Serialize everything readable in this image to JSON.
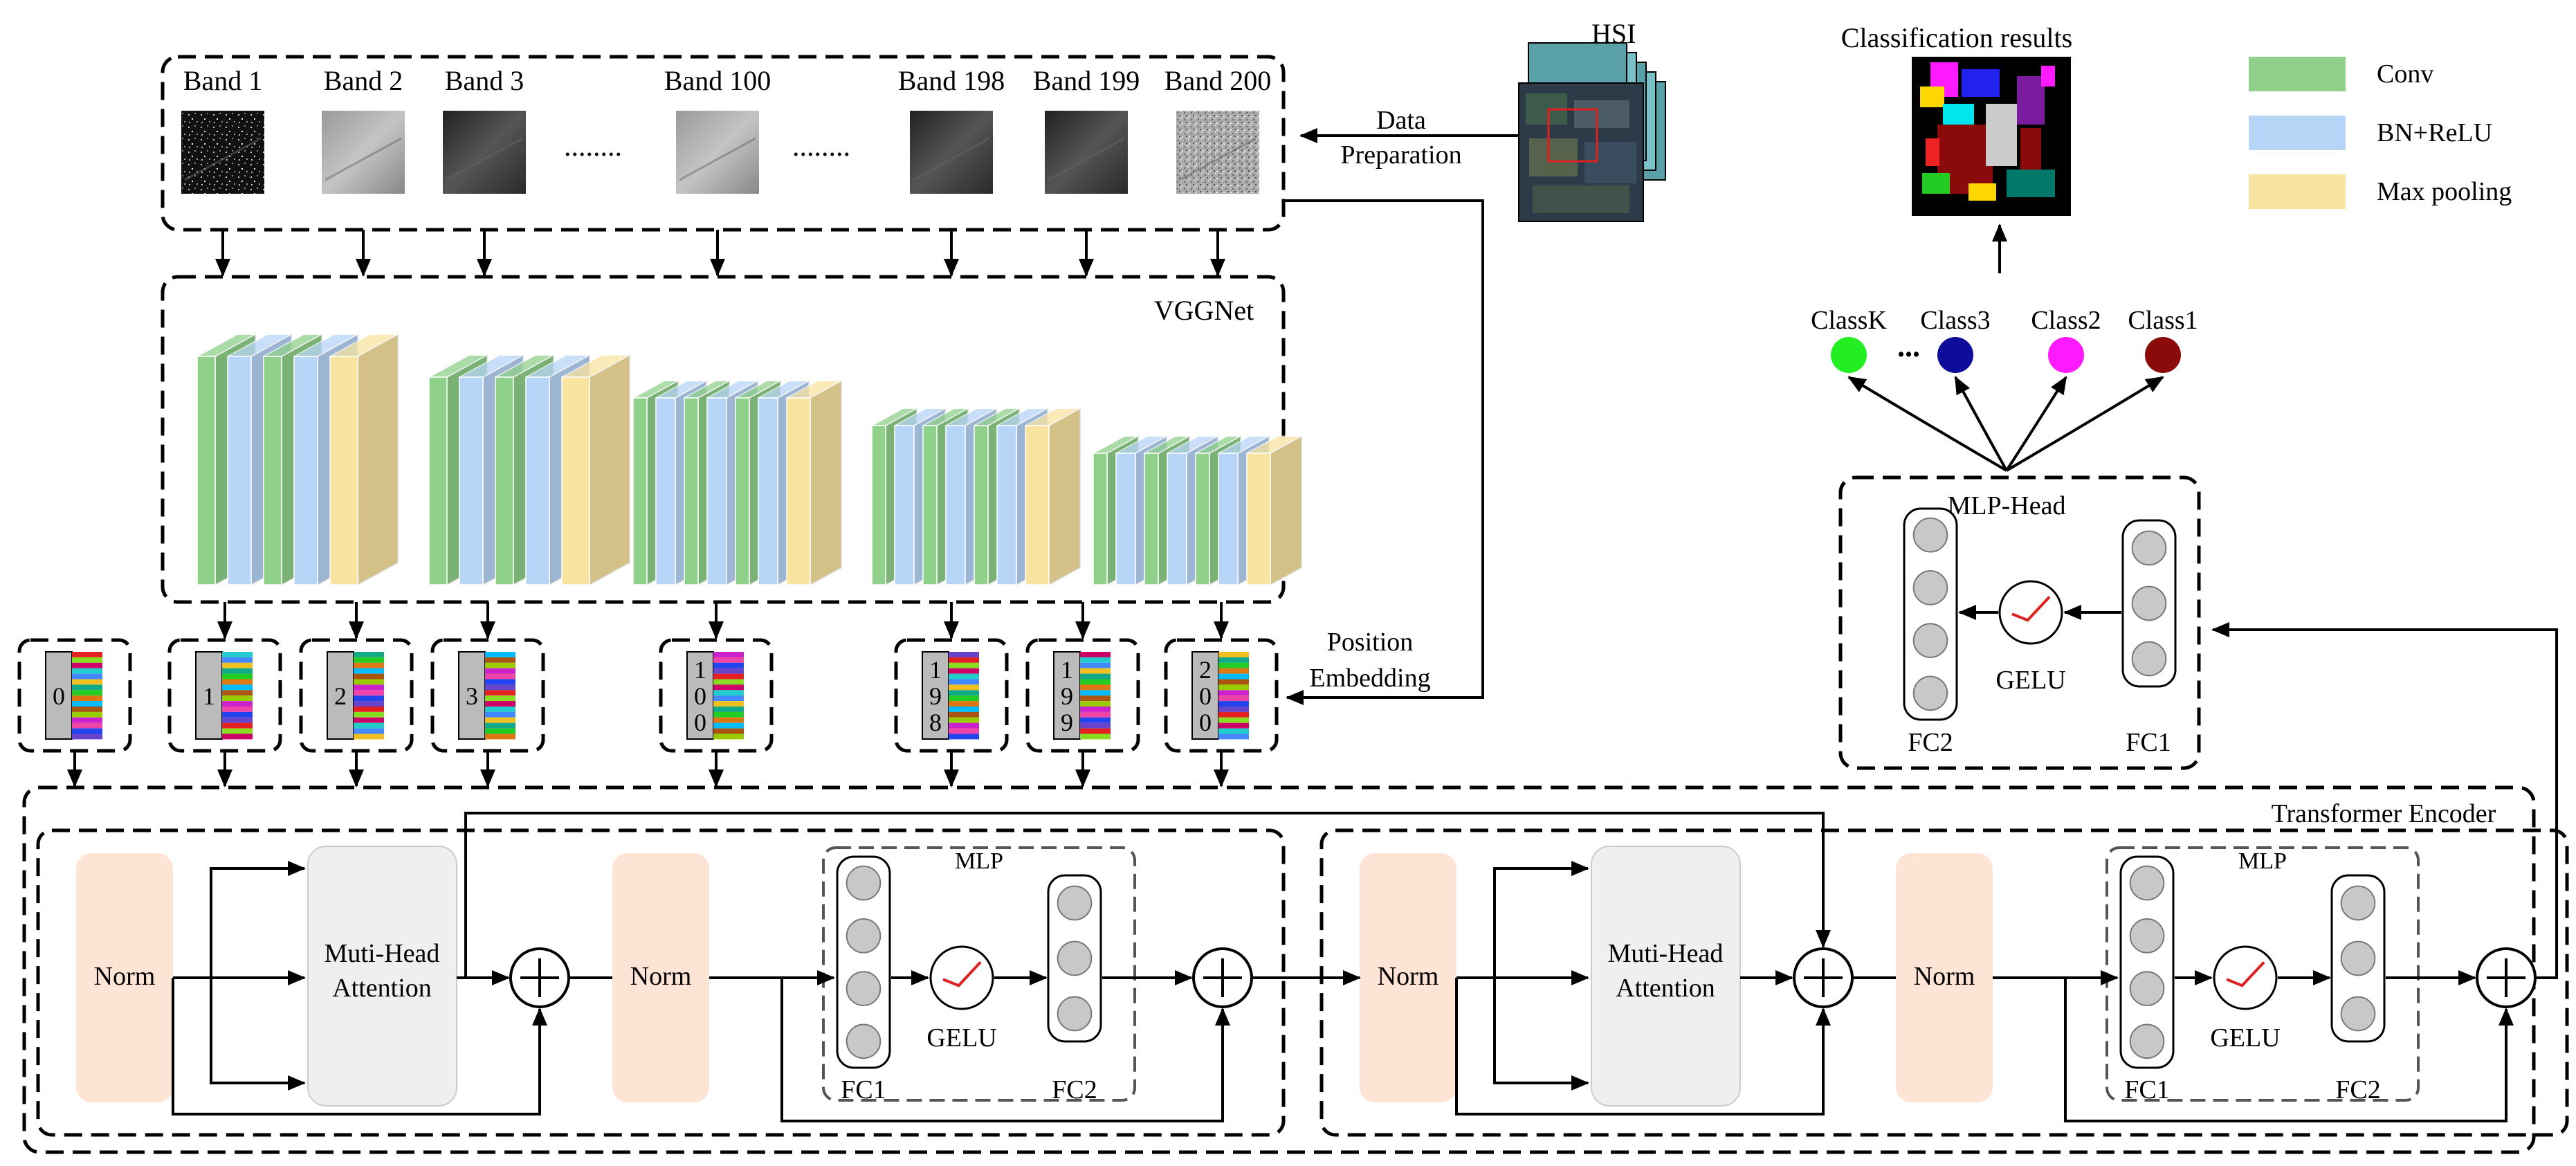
{
  "bands": {
    "items": [
      {
        "label": "Band 1",
        "texture": "noise"
      },
      {
        "label": "Band 2",
        "texture": "field"
      },
      {
        "label": "Band 3",
        "texture": "dark"
      },
      {
        "label": "Band 100",
        "texture": "field"
      },
      {
        "label": "Band 198",
        "texture": "dark"
      },
      {
        "label": "Band 199",
        "texture": "dark"
      },
      {
        "label": "Band 200",
        "texture": "noise-light"
      }
    ],
    "ellipsis": "........"
  },
  "hsi_label": "HSI",
  "data_prep": {
    "line1": "Data",
    "line2": "Preparation"
  },
  "classification_label": "Classification results",
  "legend": [
    {
      "label": "Conv",
      "color": "#8fd18b"
    },
    {
      "label": "BN+ReLU",
      "color": "#b7d5f7"
    },
    {
      "label": "Max pooling",
      "color": "#f8e3a0"
    }
  ],
  "vgg_label": "VGGNet",
  "position_embedding": {
    "line1": "Position",
    "line2": "Embedding"
  },
  "tokens": [
    {
      "index": "0"
    },
    {
      "index": "1"
    },
    {
      "index": "2"
    },
    {
      "index": "3"
    },
    {
      "index": "100"
    },
    {
      "index": "198"
    },
    {
      "index": "199"
    },
    {
      "index": "200"
    }
  ],
  "classes": [
    {
      "label": "ClassK",
      "color": "#22ee22"
    },
    {
      "label": "Class3",
      "color": "#0d0d99"
    },
    {
      "label": "Class2",
      "color": "#ff1aff"
    },
    {
      "label": "Class1",
      "color": "#8b0a0a"
    }
  ],
  "class_ellipsis": "...",
  "mlp_head": {
    "title": "MLP-Head",
    "fc2": "FC2",
    "fc1": "FC1",
    "act": "GELU"
  },
  "encoder": {
    "title": "Transformer Encoder",
    "norm": "Norm",
    "mha_line1": "Muti-Head",
    "mha_line2": "Attention",
    "mlp": "MLP",
    "fc1": "FC1",
    "fc2": "FC2",
    "act": "GELU"
  },
  "colors": {
    "conv": "#8fd18b",
    "bn": "#b7d5f7",
    "pool": "#f8e3a0",
    "norm_fill": "#fde4d4",
    "mha_fill": "#efefef",
    "neuron": "#c8c8c8",
    "gelu_curve": "#dd2222"
  }
}
